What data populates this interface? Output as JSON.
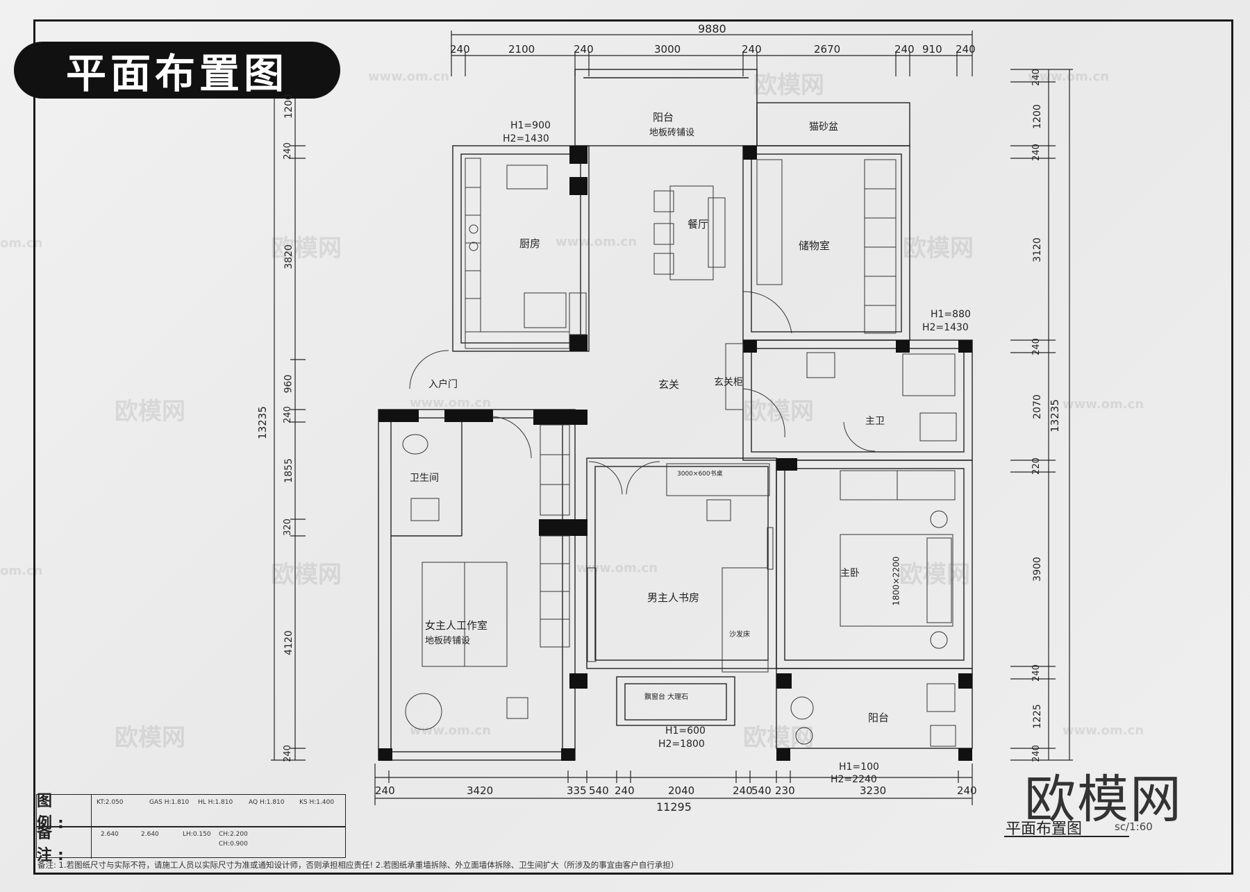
{
  "title": "平面布置图",
  "watermark": {
    "brand": "欧模网",
    "url": "www.om.cn",
    "domain_tail": "om.cn"
  },
  "dimensions": {
    "top_total": "9880",
    "top": [
      "240",
      "2100",
      "240",
      "3000",
      "240",
      "2670",
      "240",
      "910",
      "240"
    ],
    "bottom_total": "11295",
    "bottom": [
      "240",
      "3420",
      "335",
      "540",
      "240",
      "2040",
      "240",
      "540",
      "230",
      "3230",
      "240"
    ],
    "left_total": "13235",
    "left": [
      "1200",
      "240",
      "3820",
      "960",
      "240",
      "1855",
      "320",
      "4120",
      "240"
    ],
    "right_total": "13235",
    "right": [
      "240",
      "1200",
      "240",
      "3120",
      "240",
      "2070",
      "220",
      "3900",
      "240",
      "1225",
      "240"
    ]
  },
  "rooms": {
    "balcony_top": "阳台",
    "balcony_top_note": "地板砖铺设",
    "litter": "猫砂盆",
    "kitchen": "厨房",
    "dining": "餐厅",
    "storage": "储物室",
    "entry_door": "入户门",
    "foyer": "玄关",
    "foyer_cabinet": "玄关柜",
    "bath1": "卫生间",
    "bath2": "主卫",
    "female_study": "女主人工作室",
    "female_study_note": "地板砖铺设",
    "male_study": "男主人书房",
    "master": "主卧",
    "balcony_bottom": "阳台",
    "bed_size": "1800×2200",
    "desk_size": "3000×600书桌",
    "sofa_bed": "沙发床",
    "bay_window": "飘窗台 大理石"
  },
  "heights": {
    "kitchen_window": [
      "H1=900",
      "H2=1430"
    ],
    "bath_window": [
      "H1=880",
      "H2=1430"
    ],
    "bay_window": [
      "H1=600",
      "H2=1800"
    ],
    "balcony_window": [
      "H1=100",
      "H2=2240"
    ]
  },
  "legend": {
    "label1": "图 例:",
    "label2": "备 注:",
    "items_top": [
      "KT:2.050",
      "GAS H:1.810",
      "HL H:1.810",
      "AQ H:1.810",
      "KS H:1.400"
    ],
    "items_bottom": [
      "2.640",
      "2.640",
      "LH:0.150",
      "CH:2.200",
      "CH:0.900"
    ]
  },
  "sheet": {
    "title": "平面布置图",
    "scale": "sc/1:60"
  },
  "note": "备注: 1.若图纸尺寸与实际不符，请施工人员以实际尺寸为准或通知设计师，否则承担相应责任! 2.若图纸承重墙拆除、外立面墙体拆除、卫生间扩大（所涉及的事宜由客户自行承担）"
}
